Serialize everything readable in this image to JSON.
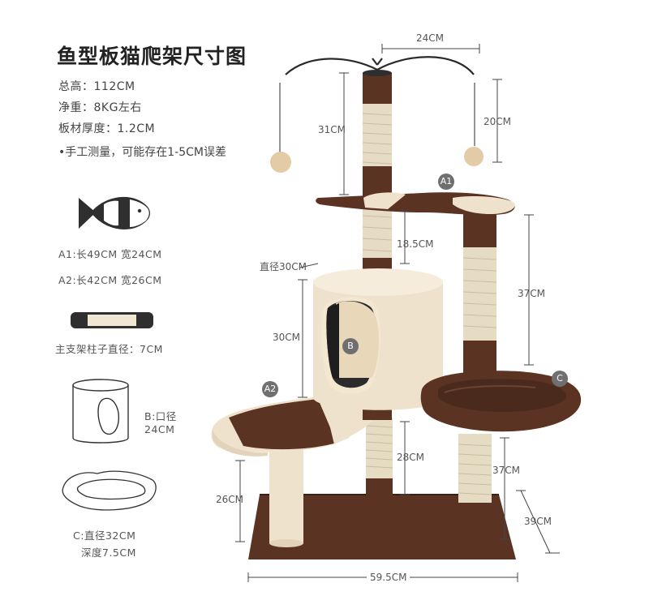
{
  "title": "鱼型板猫爬架尺寸图",
  "specs": {
    "height": "总高：112CM",
    "weight": "净重：8KG左右",
    "thickness": "板材厚度：1.2CM",
    "note": "•手工测量，可能存在1-5CM误差"
  },
  "legend": {
    "a1": "A1:长49CM  宽24CM",
    "a2": "A2:长42CM  宽26CM",
    "post": "主支架柱子直径：7CM",
    "b": "B:口径\n24CM",
    "b_line1": "B:口径",
    "b_line2": "24CM",
    "c_line1": "C:直径32CM",
    "c_line2": "深度7.5CM"
  },
  "badges": {
    "a1": "A1",
    "a2": "A2",
    "b": "B",
    "c": "C"
  },
  "dimensions": {
    "top_width": "24CM",
    "top_post": "31CM",
    "toy_drop": "20CM",
    "mid_post": "18.5CM",
    "house_diameter": "直径30CM",
    "house_height": "30CM",
    "right_post": "37CM",
    "lower_post": "28CM",
    "right_lower_post": "37CM",
    "left_post": "26CM",
    "base_depth": "39CM",
    "base_width": "59.5CM"
  },
  "colors": {
    "brown": "#5a3323",
    "beige": "#efe2cc",
    "sisal": "#e6dcc4",
    "dark": "#2f2f2f"
  }
}
